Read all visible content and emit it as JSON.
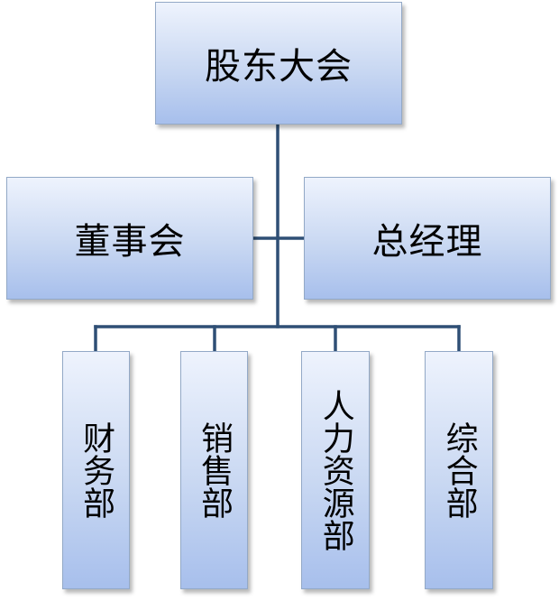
{
  "nodes": {
    "shareholders": "股东大会",
    "board": "董事会",
    "general_manager": "总经理",
    "finance": "财务部",
    "sales": "销售部",
    "hr": "人力资源部",
    "general_affairs": "综合部"
  },
  "colors": {
    "connector": "#2f4f75",
    "box_top": "#eef3fd",
    "box_bottom": "#a7bfec",
    "box_border": "#93a9c7"
  }
}
